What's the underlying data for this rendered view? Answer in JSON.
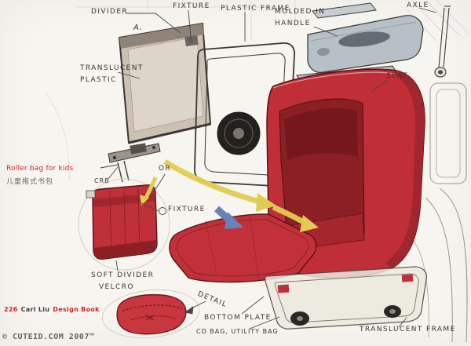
{
  "page": {
    "type": "design-book-sketch-page",
    "subject": "Exploded concept sketch of a children's roller bag",
    "footer": {
      "page_number": "226",
      "author": "Carl Liu",
      "book": "Design Book",
      "watermark": "© CUTEID.COM 2007™"
    },
    "product_note": {
      "title_en": "Roller bag for kids",
      "title_zh": "儿童拖式书包"
    }
  },
  "labels": {
    "divider": "DIVIDER",
    "marker_a": "A.",
    "fixture_top": "FIXTURE",
    "plastic_frame": "PLASTIC FRAME",
    "molded_in_handle": "MOLDED IN HANDLE",
    "axle": "AXLE",
    "translucent_plastic": "TRANSLUCENT PLASTIC",
    "seat": "SEAT",
    "crb": "CRB",
    "or": "OR",
    "fixture_mid": "FIXTURE",
    "soft_divider": "SOFT DIVIDER",
    "velcro": "VELCRO",
    "detail": "DETAIL",
    "bottom_plate": "BOTTOM PLATE",
    "cd_bag_utility_bag": "CD BAG, UTILITY BAG",
    "translucent_frame": "TRANSLUCENT FRAME"
  },
  "palette": {
    "paper": "#f7f5f0",
    "ink": "#3a3633",
    "bag_red": "#c02f37",
    "bag_red_dark": "#8c1f26",
    "panel_taupe": "#cdc1b2",
    "handle_gray": "#b7c0c7",
    "arrow_yellow": "#e0cc52",
    "arrow_blue": "#6484b8",
    "accent_text_red": "#d2232a"
  }
}
